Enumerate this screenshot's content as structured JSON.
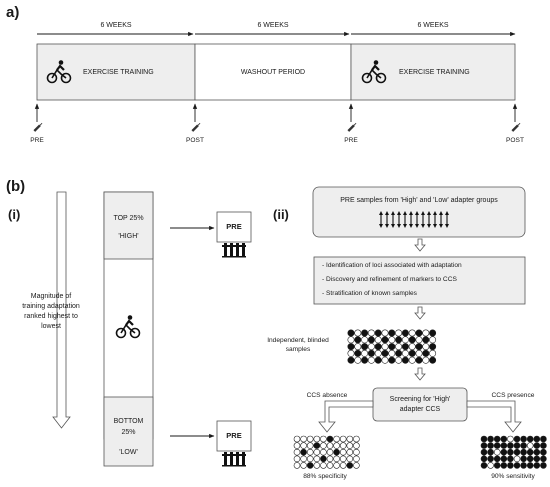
{
  "panel_a": {
    "label": "a)",
    "durations": [
      "6 WEEKS",
      "6 WEEKS",
      "6 WEEKS"
    ],
    "phases": [
      "EXERCISE TRAINING",
      "WASHOUT PERIOD",
      "EXERCISE TRAINING"
    ],
    "timepoints": [
      "PRE",
      "POST",
      "PRE",
      "POST"
    ]
  },
  "panel_b": {
    "label": "(b)",
    "sub_i": "(i)",
    "sub_ii": "(ii)",
    "axis_label": [
      "Magnitude of",
      "training adaptation",
      "ranked highest to",
      "lowest"
    ],
    "top_group": [
      "TOP 25%",
      "'HIGH'"
    ],
    "bottom_group": [
      "BOTTOM",
      "25%",
      "'LOW'"
    ],
    "pre_label": "PRE",
    "flow": {
      "samples_title": "PRE samples from 'High' and 'Low' adapter groups",
      "steps": [
        "Identification of loci associated with adaptation",
        "Discovery and refinement of markers to CCS",
        "Stratification of known samples"
      ],
      "blinded_label": [
        "Independent, blinded",
        "samples"
      ],
      "screen_label": [
        "Screening for 'High'",
        "adapter CCS"
      ],
      "absence_label": "CCS absence",
      "presence_label": "CCS presence",
      "specificity_label": "88% specificity",
      "sensitivity_label": "90% sensitivity"
    }
  }
}
